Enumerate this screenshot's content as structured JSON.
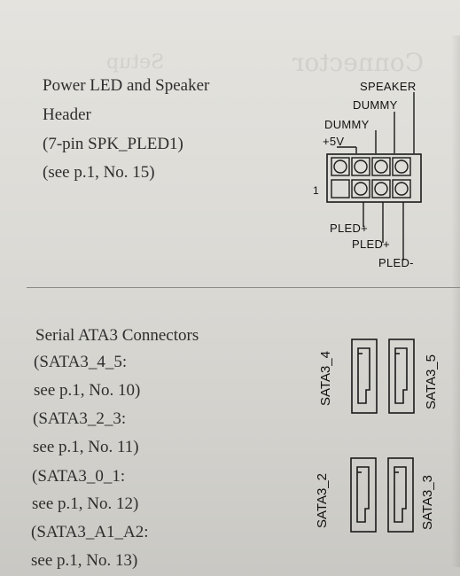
{
  "section1": {
    "title_line1": "Power LED and Speaker",
    "title_line2": "Header",
    "pin_name": "(7-pin SPK_PLED1)",
    "reference": "(see p.1, No. 15)"
  },
  "pinout": {
    "speaker": "SPEAKER",
    "dummy_a": "DUMMY",
    "dummy_b": "DUMMY",
    "plus5v": "+5V",
    "pin1": "1",
    "pled_plus_a": "PLED+",
    "pled_plus_b": "PLED+",
    "pled_minus": "PLED-"
  },
  "section2": {
    "title": "Serial ATA3 Connectors",
    "lines": [
      "(SATA3_4_5:",
      "see p.1, No. 10)",
      "(SATA3_2_3:",
      "see p.1, No. 11)",
      "(SATA3_0_1:",
      "see p.1, No. 12)",
      "(SATA3_A1_A2:",
      "see p.1, No. 13)"
    ]
  },
  "sata_labels": {
    "sata4": "SATA3_4",
    "sata5": "SATA3_5",
    "sata2": "SATA3_2",
    "sata3": "SATA3_3"
  },
  "bleed_through": {
    "line1": "Connector",
    "line2": "Setup"
  }
}
